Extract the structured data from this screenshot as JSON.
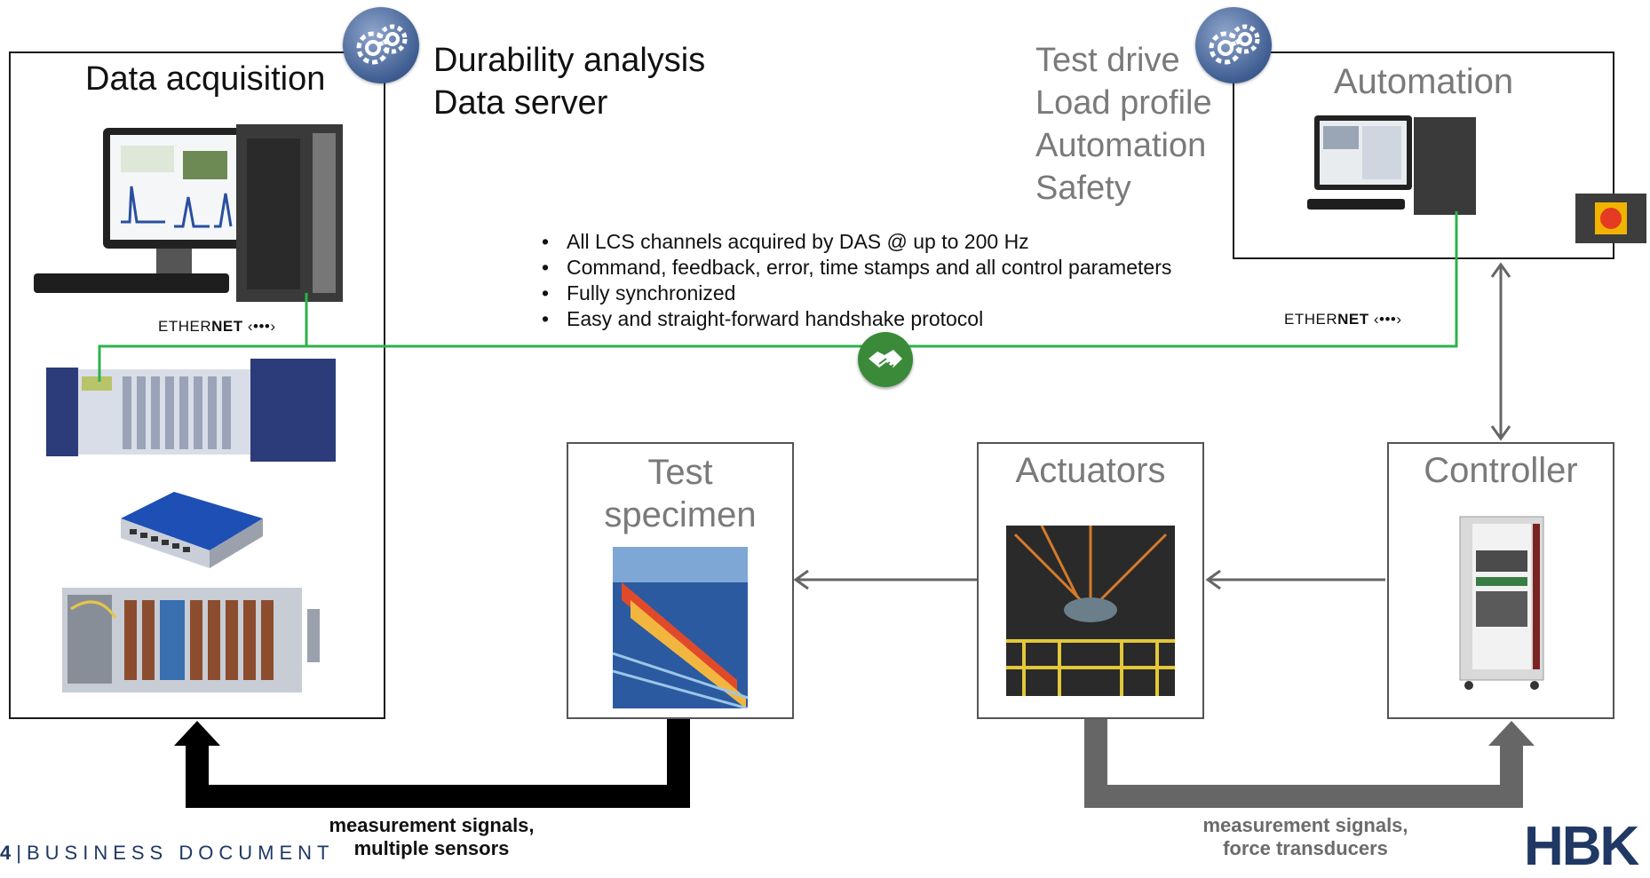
{
  "das": {
    "title": "Data acquisition",
    "ethernet_prefix": "ETHER",
    "ethernet_bold": "NET",
    "ethernet_symbol": "‹•••›"
  },
  "das_features": [
    "Durability analysis",
    "Data server"
  ],
  "automation": {
    "title": "Automation",
    "ethernet_prefix": "ETHER",
    "ethernet_bold": "NET",
    "ethernet_symbol": "‹•••›"
  },
  "automation_features": [
    "Test drive",
    "Load profile",
    "Automation",
    "Safety"
  ],
  "bullets": [
    "All LCS channels acquired by DAS @ up to 200 Hz",
    "Command, feedback, error, time stamps and all control parameters",
    "Fully synchronized",
    "Easy and straight-forward handshake protocol"
  ],
  "test_specimen": {
    "title_line1": "Test",
    "title_line2": "specimen"
  },
  "actuators": {
    "title": "Actuators"
  },
  "controller": {
    "title": "Controller"
  },
  "captions": {
    "left_line1": "measurement signals,",
    "left_line2": "multiple sensors",
    "right_line1": "measurement signals,",
    "right_line2": "force transducers"
  },
  "footer": {
    "page_number": "4",
    "text": "BUSINESS DOCUMENT"
  },
  "logo": "HBK",
  "colors": {
    "ethernet_line": "#2db24b",
    "grey_text": "#7a7a7a",
    "gear_icon": "#3f5d92",
    "handshake_icon": "#3a8a3a",
    "brand": "#1f3864",
    "emergency_button": "#e53a24"
  }
}
